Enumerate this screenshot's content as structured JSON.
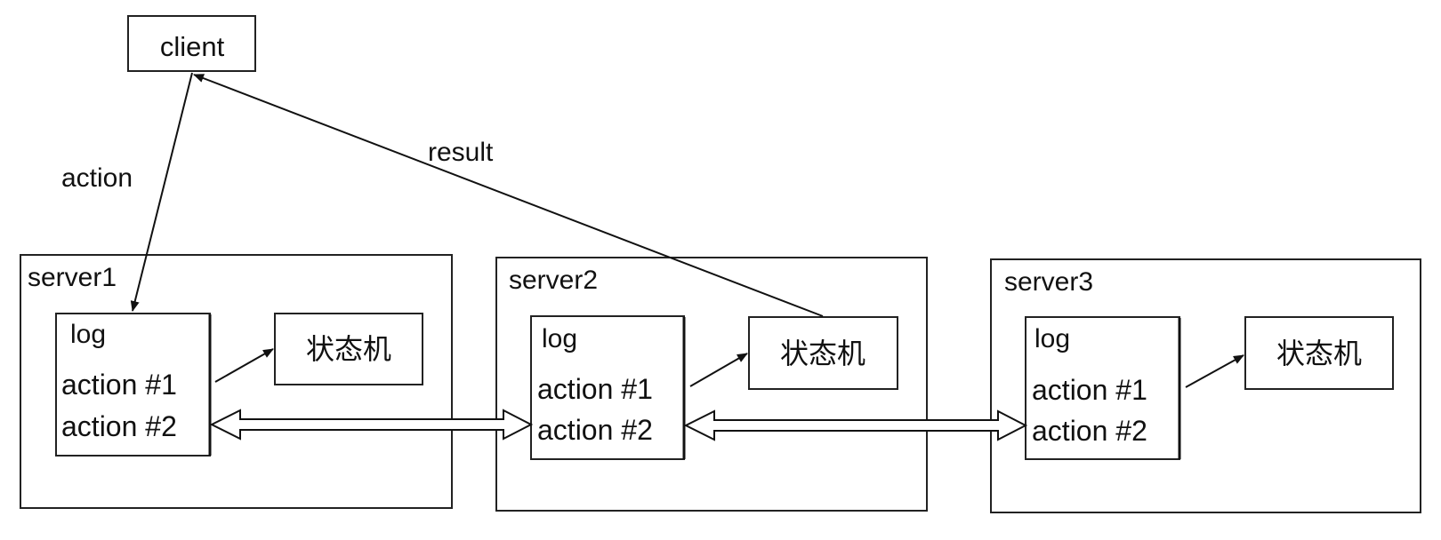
{
  "client": {
    "label": "client"
  },
  "edges": {
    "action_label": "action",
    "result_label": "result"
  },
  "servers": [
    {
      "name": "server1",
      "log": {
        "title": "log",
        "entries": [
          "action #1",
          "action #2"
        ]
      },
      "state_machine": "状态机"
    },
    {
      "name": "server2",
      "log": {
        "title": "log",
        "entries": [
          "action #1",
          "action #2"
        ]
      },
      "state_machine": "状态机"
    },
    {
      "name": "server3",
      "log": {
        "title": "log",
        "entries": [
          "action #1",
          "action #2"
        ]
      },
      "state_machine": "状态机"
    }
  ],
  "colors": {
    "stroke": "#222222",
    "background": "#ffffff",
    "text": "#111111"
  }
}
